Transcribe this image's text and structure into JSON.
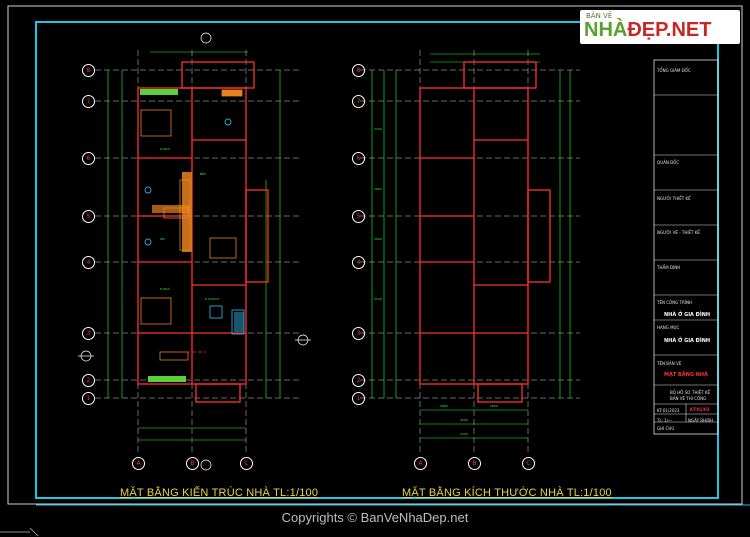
{
  "watermark": {
    "small_text": "BẢN VẼ",
    "brand_main": "NHÀ",
    "brand_accent": "ĐẸP.NET"
  },
  "copyright": "Copyrights © BanVeNhaDep.net",
  "drawings": [
    {
      "title": "MẶT BẰNG KIẾN TRÚC NHÀ TL:1/100"
    },
    {
      "title": "MẶT BẰNG KÍCH THƯỚC NHÀ TL:1/100"
    }
  ],
  "axes": {
    "rows": [
      "8",
      "7",
      "6",
      "5",
      "4",
      "3",
      "2",
      "1"
    ],
    "cols": [
      "A",
      "B",
      "C"
    ],
    "top_marker": "B-1"
  },
  "title_block": {
    "owner_label": "TỔNG GIÁM ĐỐC",
    "manager_label": "QUẢN ĐỐC",
    "designer_label": "NGƯỜI THIẾT KẾ",
    "drafter_label": "NGƯỜI VẼ - THIẾT KẾ",
    "checker_label": "THẨM ĐỊNH",
    "project_label": "TÊN CÔNG TRÌNH",
    "project_value": "NHÀ Ở GIA ĐÌNH",
    "item_label": "HẠNG MỤC",
    "item_value": "NHÀ Ở GIA ĐÌNH",
    "sheet_label": "TÊN BẢN VẼ",
    "sheet_value": "MẶT BẰNG NHÀ",
    "stage_label": "BỘ HỒ SƠ THIẾT KẾ",
    "stage_value": "BẢN VẼ THI CÔNG",
    "code_left": "KT-01/2023",
    "code_right": "KT-01/03",
    "scale_label": "TL: 1/—",
    "scale_value": "NGÀY BH/BH",
    "notes_label": "GHI CHÚ"
  },
  "colors": {
    "frame": "#19c8e6",
    "wall": "#ff3030",
    "dimension": "#22ff22",
    "gridline": "#ffffff",
    "axis_text": "#ff3030",
    "title": "#e8d44d",
    "furniture_orange": "#e8821e",
    "furniture_blue": "#2fa8d8",
    "grass": "#5ad03a"
  },
  "icons": {
    "logo": "house-logo-icon",
    "cursor": "crosshair-icon"
  }
}
